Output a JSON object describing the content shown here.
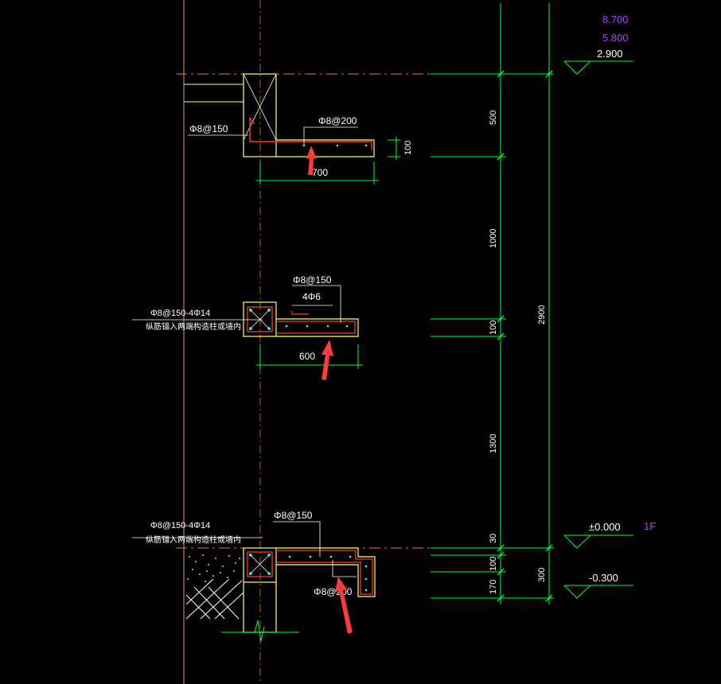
{
  "colors": {
    "background": "#000000",
    "section": "#ffff66",
    "rebar": "#ff3333",
    "dimension": "#00ff33",
    "text": "#ffffff",
    "elevation_upper": "#b040ff",
    "dot": "#33ffff",
    "arrow": "#ff3b3b",
    "axis": "#ff6a4a"
  },
  "elevations": {
    "e1": "8.700",
    "e2": "5.800",
    "e3": "2.900",
    "e4": "±0.000",
    "e5": "-0.300",
    "floor": "1F"
  },
  "dims": {
    "d500": "500",
    "d1000": "1000",
    "d100a": "100",
    "d1300": "1300",
    "d30": "30",
    "d100b": "100",
    "d170": "170",
    "d2900": "2900",
    "d300": "300",
    "top_len": "700",
    "top_thk": "100",
    "mid_len": "600"
  },
  "labels": {
    "top_left": "Φ8@150",
    "top_right": "Φ8@200",
    "mid_stirrup": "Φ8@150-4Φ14",
    "mid_note": "纵筋锚入两端构造柱或墙内",
    "mid_top": "Φ8@150",
    "mid_dist": "4Φ6",
    "bot_stirrup": "Φ8@150-4Φ14",
    "bot_note": "纵筋锚入两端构造柱或墙内",
    "bot_top": "Φ8@150",
    "bot_bottom": "Φ8@200"
  }
}
